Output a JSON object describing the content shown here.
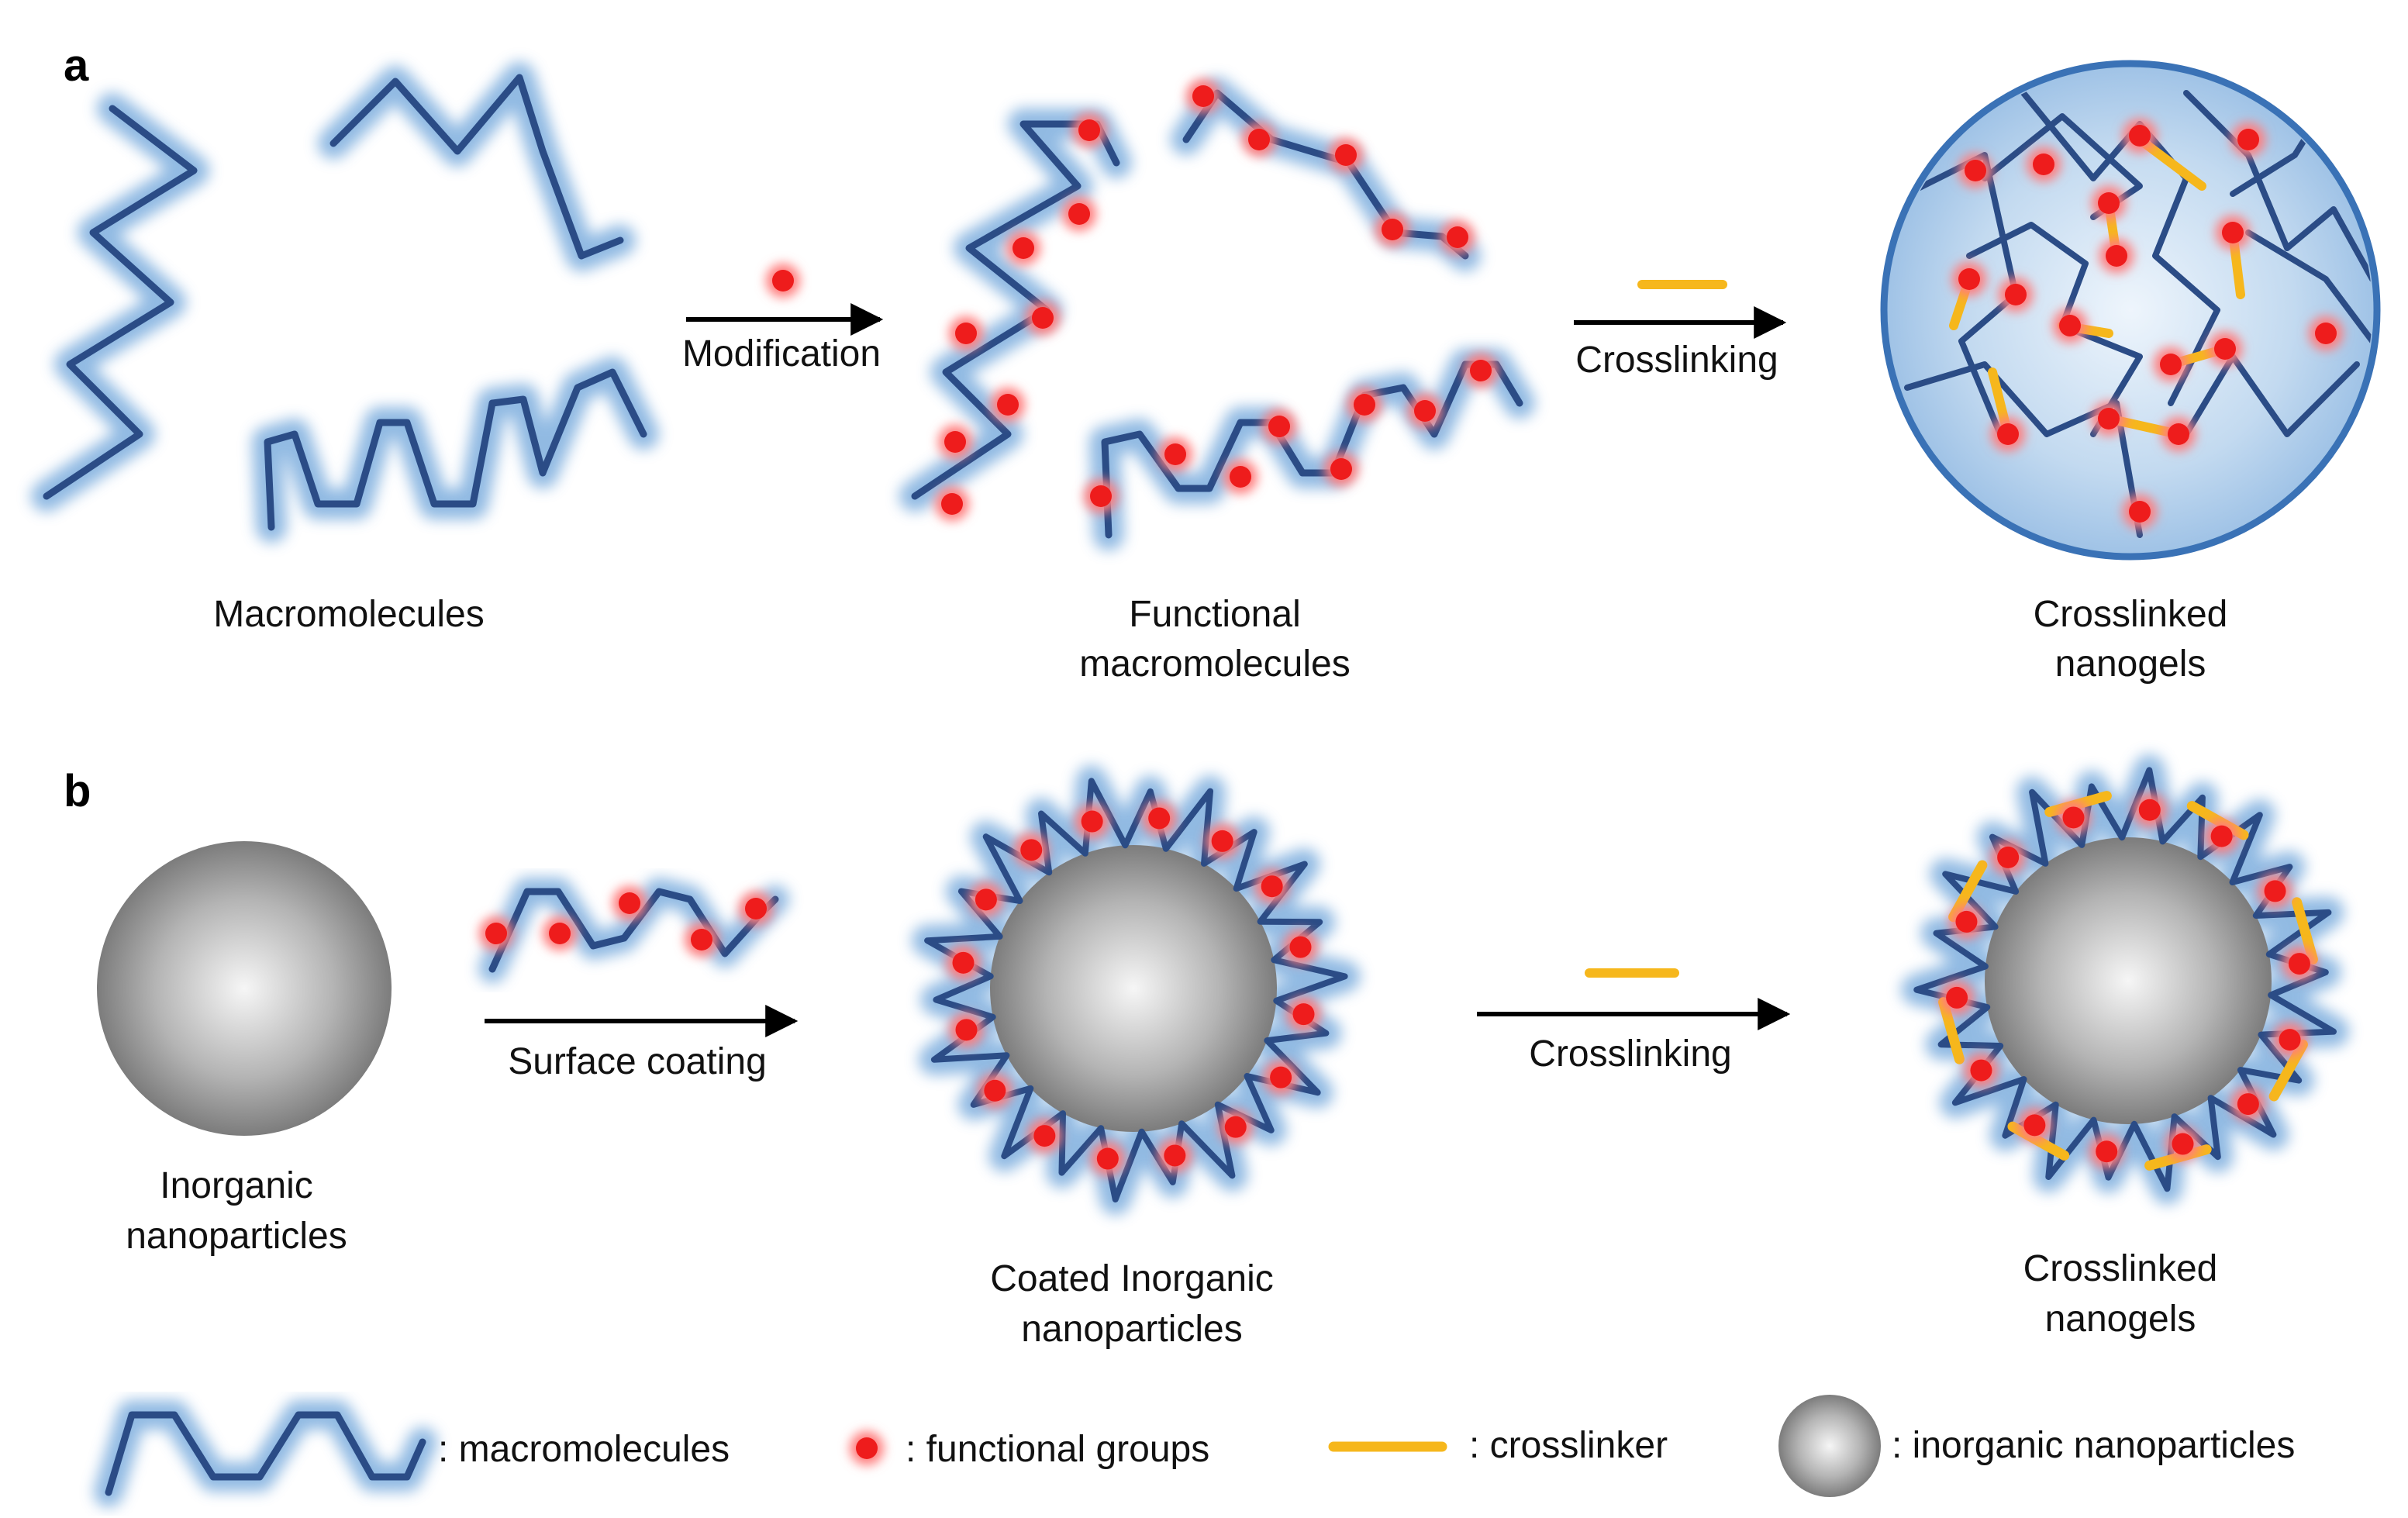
{
  "panel_a": {
    "letter": "a",
    "label_macromolecules": "Macromolecules",
    "arrow_modification": "Modification",
    "label_functional_line1": "Functional",
    "label_functional_line2": "macromolecules",
    "arrow_crosslinking": "Crosslinking",
    "label_crosslinked_line1": "Crosslinked",
    "label_crosslinked_line2": "nanogels"
  },
  "panel_b": {
    "letter": "b",
    "label_inorganic_line1": "Inorganic",
    "label_inorganic_line2": "nanoparticles",
    "arrow_surface_coating": "Surface coating",
    "label_coated_line1": "Coated Inorganic",
    "label_coated_line2": "nanoparticles",
    "arrow_crosslinking": "Crosslinking",
    "label_crosslinked_line1": "Crosslinked",
    "label_crosslinked_line2": "nanogels"
  },
  "legend": {
    "macromolecules": ": macromolecules",
    "functional_groups": ": functional groups",
    "crosslinker": ": crosslinker",
    "inorganic_nanoparticles": ": inorganic nanoparticles"
  },
  "colors": {
    "chain": "#2b4c86",
    "chain_glow": "#7eaede",
    "functional_group": "#ee1c1c",
    "crosslinker": "#f6b71c",
    "particle_light": "#f4f4f4",
    "particle_dark": "#6f6f6f",
    "nanogel_border": "#3a72b6",
    "nanogel_fill": "#9fc3e6"
  }
}
